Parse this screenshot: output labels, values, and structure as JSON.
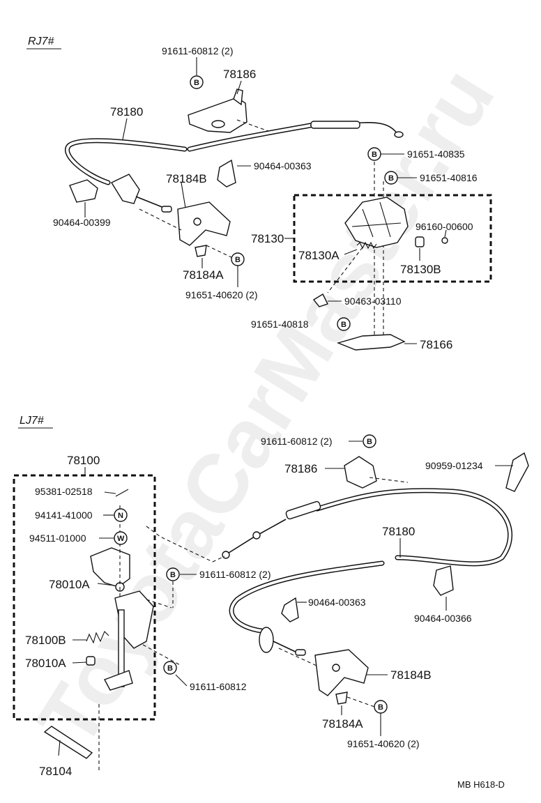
{
  "sections": {
    "rj": {
      "title": "RJ7#"
    },
    "lj": {
      "title": "LJ7#"
    }
  },
  "watermark": "ToyotaCarMaster.ru",
  "footer_code": "MB  H618-D",
  "markers": {
    "B": "B",
    "N": "N",
    "W": "W"
  },
  "rj_labels": {
    "p1": "91611-60812 (2)",
    "p2": "78186",
    "p3": "78180",
    "p4": "91651-40835",
    "p5": "90464-00363",
    "p6": "91651-40816",
    "p7": "78184B",
    "p8": "90464-00399",
    "p9": "78130",
    "p10": "96160-00600",
    "p11": "78130A",
    "p12": "78130B",
    "p13": "78184A",
    "p14": "91651-40620 (2)",
    "p15": "90463-03110",
    "p16": "91651-40818",
    "p17": "78166"
  },
  "lj_labels": {
    "q1": "78100",
    "q2": "91611-60812 (2)",
    "q3": "95381-02518",
    "q4": "78186",
    "q5": "90959-01234",
    "q6": "94141-41000",
    "q7": "94511-01000",
    "q8": "78180",
    "q9": "78010A",
    "q10": "91611-60812 (2)",
    "q11": "90464-00363",
    "q12": "90464-00366",
    "q13": "78100B",
    "q14": "78010A",
    "q15": "78184B",
    "q16": "91611-60812",
    "q17": "78184A",
    "q18": "91651-40620 (2)",
    "q19": "78104"
  }
}
